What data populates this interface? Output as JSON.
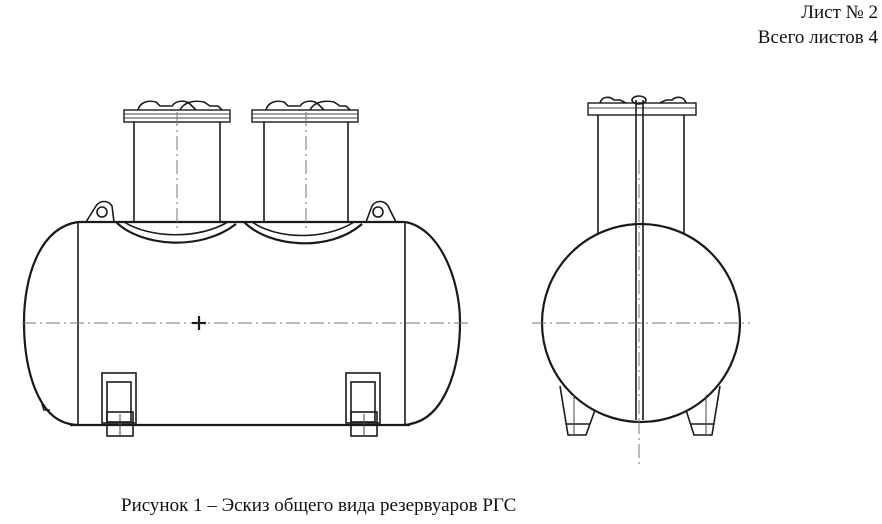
{
  "header": {
    "sheet_number": "Лист № 2",
    "total_sheets": "Всего листов 4"
  },
  "figure": {
    "caption": "Рисунок 1 – Эскиз общего вида резервуаров РГС",
    "views": [
      {
        "name": "side-view",
        "description": "Horizontal cylindrical tank with two vertical necks (manholes), two lifting lugs, two saddle supports"
      },
      {
        "name": "end-view",
        "description": "Circular cross-section with single vertical neck, internal vertical pipe, two angled supports"
      }
    ]
  }
}
